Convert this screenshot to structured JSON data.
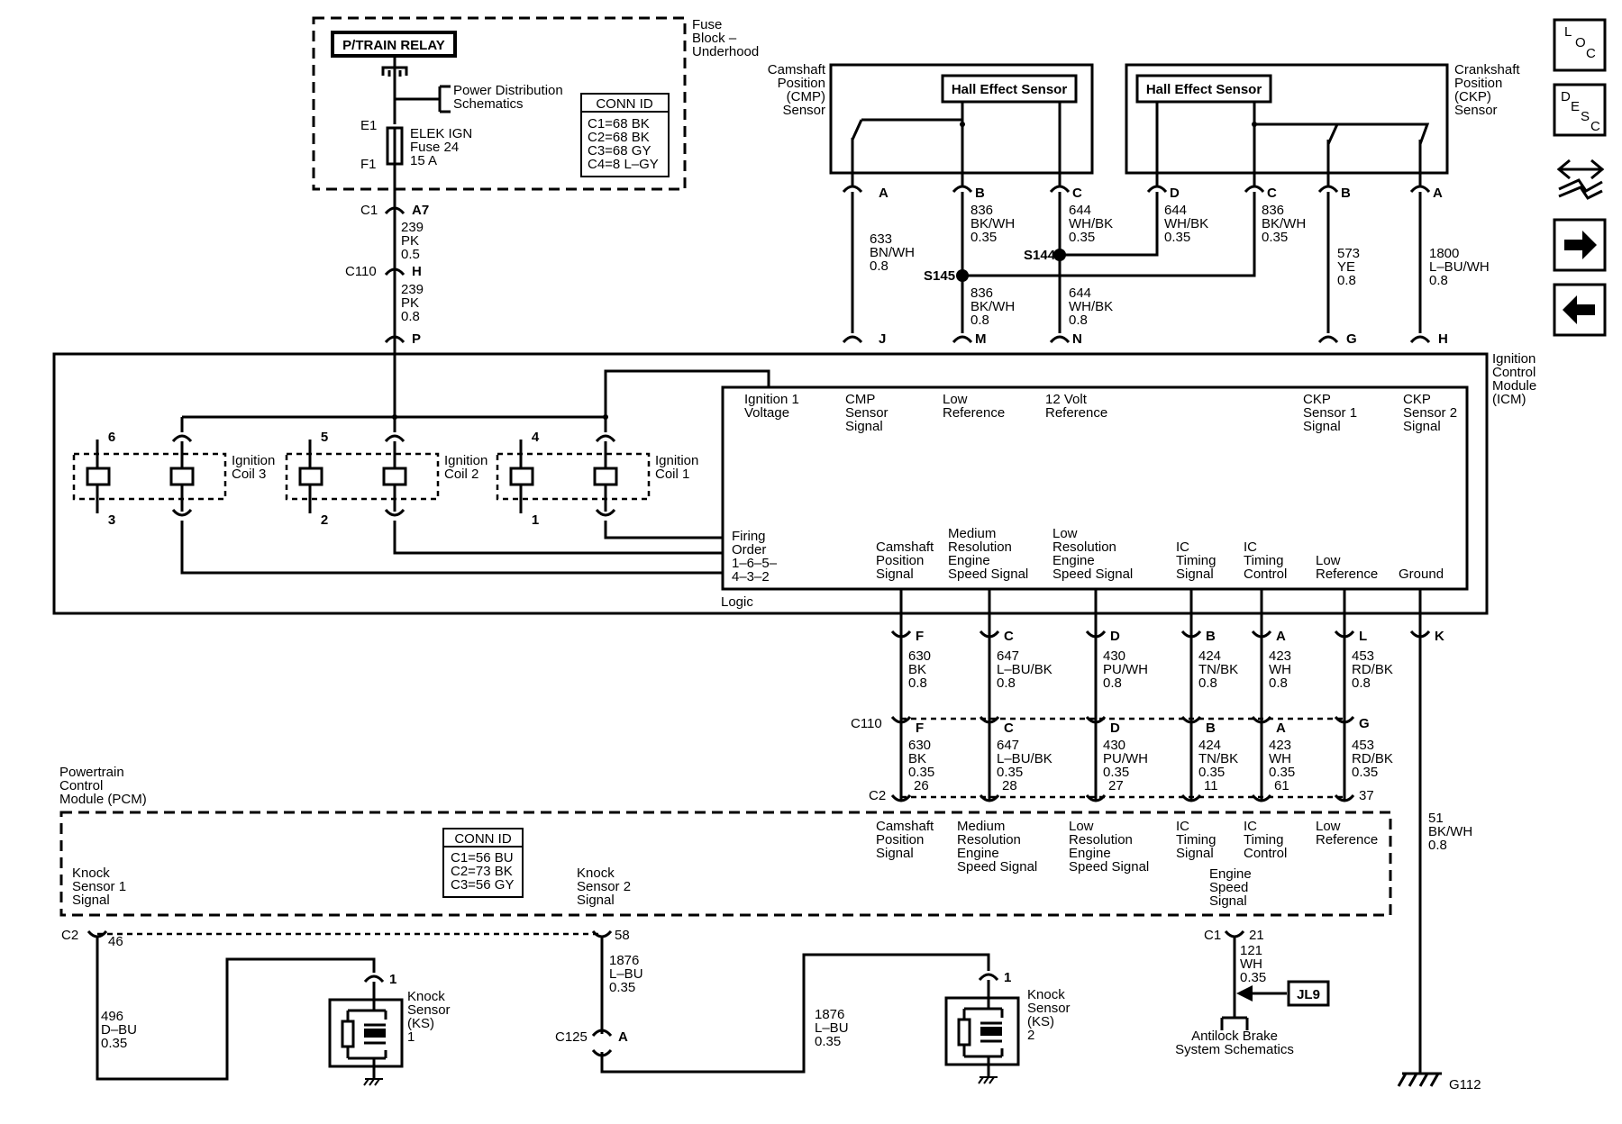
{
  "fuse_block": {
    "title": [
      "Fuse",
      "Block –",
      "Underhood"
    ],
    "relay": "P/TRAIN RELAY",
    "power_dist": [
      "Power Distribution",
      "Schematics"
    ],
    "e1": "E1",
    "f1": "F1",
    "fuse": [
      "ELEK IGN",
      "Fuse 24",
      "15 A"
    ],
    "conn_id_title": "CONN ID",
    "conn_ids": [
      "C1=68 BK",
      "C2=68 BK",
      "C3=68 GY",
      "C4=8 L–GY"
    ]
  },
  "ign_feed": {
    "c1": "C1",
    "a7": "A7",
    "w1": [
      "239",
      "PK",
      "0.5"
    ],
    "c110": "C110",
    "h": "H",
    "w2": [
      "239",
      "PK",
      "0.8"
    ],
    "p": "P"
  },
  "cmp": {
    "title": [
      "Camshaft",
      "Position",
      "(CMP)",
      "Sensor"
    ],
    "hall": "Hall Effect Sensor",
    "pins": [
      "A",
      "B",
      "C"
    ],
    "wire_a": [
      "633",
      "BN/WH",
      "0.8"
    ],
    "wire_b": [
      "836",
      "BK/WH",
      "0.35"
    ],
    "wire_c": [
      "644",
      "WH/BK",
      "0.35"
    ]
  },
  "ckp": {
    "title": [
      "Crankshaft",
      "Position",
      "(CKP)",
      "Sensor"
    ],
    "hall": "Hall Effect Sensor",
    "pins": [
      "D",
      "C",
      "B",
      "A"
    ],
    "wire_d": [
      "644",
      "WH/BK",
      "0.35"
    ],
    "wire_c": [
      "836",
      "BK/WH",
      "0.35"
    ],
    "wire_b": [
      "573",
      "YE",
      "0.8"
    ],
    "wire_a": [
      "1800",
      "L–BU/WH",
      "0.8"
    ]
  },
  "splices": {
    "s144": "S144",
    "s145": "S145",
    "wire_m": [
      "836",
      "BK/WH",
      "0.8"
    ],
    "wire_n": [
      "644",
      "WH/BK",
      "0.8"
    ]
  },
  "icm": {
    "title": [
      "Ignition",
      "Control",
      "Module",
      "(ICM)"
    ],
    "top_pins": [
      "J",
      "M",
      "N",
      "G",
      "H"
    ],
    "top_labels": {
      "ign1": [
        "Ignition 1",
        "Voltage"
      ],
      "cmp": [
        "CMP",
        "Sensor",
        "Signal"
      ],
      "lowref": [
        "Low",
        "Reference"
      ],
      "v12": [
        "12 Volt",
        "Reference"
      ],
      "ckp1": [
        "CKP",
        "Sensor 1",
        "Signal"
      ],
      "ckp2": [
        "CKP",
        "Sensor 2",
        "Signal"
      ]
    },
    "coils": [
      {
        "name": [
          "Ignition",
          "Coil 3"
        ],
        "top": "6",
        "bottom": "3"
      },
      {
        "name": [
          "Ignition",
          "Coil 2"
        ],
        "top": "5",
        "bottom": "2"
      },
      {
        "name": [
          "Ignition",
          "Coil 1"
        ],
        "top": "4",
        "bottom": "1"
      }
    ],
    "firing_order": [
      "Firing",
      "Order",
      "1–6–5–",
      "4–3–2"
    ],
    "logic": "Logic",
    "bottom_labels": {
      "cam": [
        "Camshaft",
        "Position",
        "Signal"
      ],
      "med": [
        "Medium",
        "Resolution",
        "Engine",
        "Speed Signal"
      ],
      "low": [
        "Low",
        "Resolution",
        "Engine",
        "Speed Signal"
      ],
      "ict": [
        "IC",
        "Timing",
        "Signal"
      ],
      "icc": [
        "IC",
        "Timing",
        "Control"
      ],
      "lref": [
        "Low",
        "Reference"
      ],
      "gnd": [
        "Ground"
      ]
    },
    "bottom_pins": [
      "F",
      "C",
      "D",
      "B",
      "A",
      "L",
      "K"
    ]
  },
  "harness": {
    "upper_wires": [
      [
        "630",
        "BK",
        "0.8"
      ],
      [
        "647",
        "L–BU/BK",
        "0.8"
      ],
      [
        "430",
        "PU/WH",
        "0.8"
      ],
      [
        "424",
        "TN/BK",
        "0.8"
      ],
      [
        "423",
        "WH",
        "0.8"
      ],
      [
        "453",
        "RD/BK",
        "0.8"
      ]
    ],
    "c110": "C110",
    "c110_pins": [
      "F",
      "C",
      "D",
      "B",
      "A",
      "G"
    ],
    "lower_wires": [
      [
        "630",
        "BK",
        "0.35"
      ],
      [
        "647",
        "L–BU/BK",
        "0.35"
      ],
      [
        "430",
        "PU/WH",
        "0.35"
      ],
      [
        "424",
        "TN/BK",
        "0.35"
      ],
      [
        "423",
        "WH",
        "0.35"
      ],
      [
        "453",
        "RD/BK",
        "0.35"
      ]
    ],
    "c2": "C2",
    "c2_pins": [
      "26",
      "28",
      "27",
      "11",
      "61",
      "37"
    ],
    "ground_wire": [
      "51",
      "BK/WH",
      "0.8"
    ],
    "ground": "G112"
  },
  "pcm": {
    "title": [
      "Powertrain",
      "Control",
      "Module (PCM)"
    ],
    "conn_id_title": "CONN ID",
    "conn_ids": [
      "C1=56 BU",
      "C2=73 BK",
      "C3=56 GY"
    ],
    "labels": {
      "cam": [
        "Camshaft",
        "Position",
        "Signal"
      ],
      "med": [
        "Medium",
        "Resolution",
        "Engine",
        "Speed Signal"
      ],
      "low": [
        "Low",
        "Resolution",
        "Engine",
        "Speed Signal"
      ],
      "ict": [
        "IC",
        "Timing",
        "Signal"
      ],
      "icc": [
        "IC",
        "Timing",
        "Control"
      ],
      "lref": [
        "Low",
        "Reference"
      ]
    },
    "ks1_label": [
      "Knock",
      "Sensor 1",
      "Signal"
    ],
    "ks2_label": [
      "Knock",
      "Sensor 2",
      "Signal"
    ],
    "es_label": [
      "Engine",
      "Speed",
      "Signal"
    ],
    "c2": "C2",
    "c2_pin46": "46",
    "pin58": "58",
    "c1": "C1",
    "c1_pin21": "21"
  },
  "knock": {
    "ks1_wire": [
      "496",
      "D–BU",
      "0.35"
    ],
    "ks2_wire_a": [
      "1876",
      "L–BU",
      "0.35"
    ],
    "ks2_wire_b": [
      "1876",
      "L–BU",
      "0.35"
    ],
    "c125": "C125",
    "c125_pin": "A",
    "ks1": {
      "pin": "1",
      "label": [
        "Knock",
        "Sensor",
        "(KS)",
        "1"
      ]
    },
    "ks2": {
      "pin": "1",
      "label": [
        "Knock",
        "Sensor",
        "(KS)",
        "2"
      ]
    }
  },
  "abs": {
    "wire": [
      "121",
      "WH",
      "0.35"
    ],
    "jl9": "JL9",
    "label": [
      "Antilock Brake",
      "System Schematics"
    ]
  },
  "nav": {
    "loc": [
      "L",
      "O",
      "C"
    ],
    "desc": [
      "D",
      "E",
      "S",
      "C"
    ]
  }
}
